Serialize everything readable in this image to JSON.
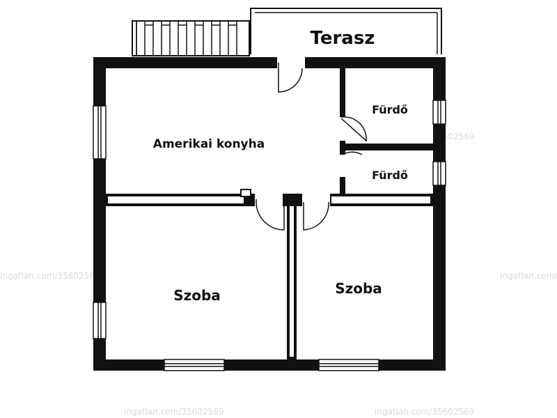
{
  "rooms": {
    "terrace": "Terasz",
    "kitchen": "Amerikai konyha",
    "bath_top": "Fürdő",
    "bath_bottom": "Fürdő",
    "room_left": "Szoba",
    "room_right": "Szoba"
  },
  "watermark": "ingatlan.com/35602569"
}
